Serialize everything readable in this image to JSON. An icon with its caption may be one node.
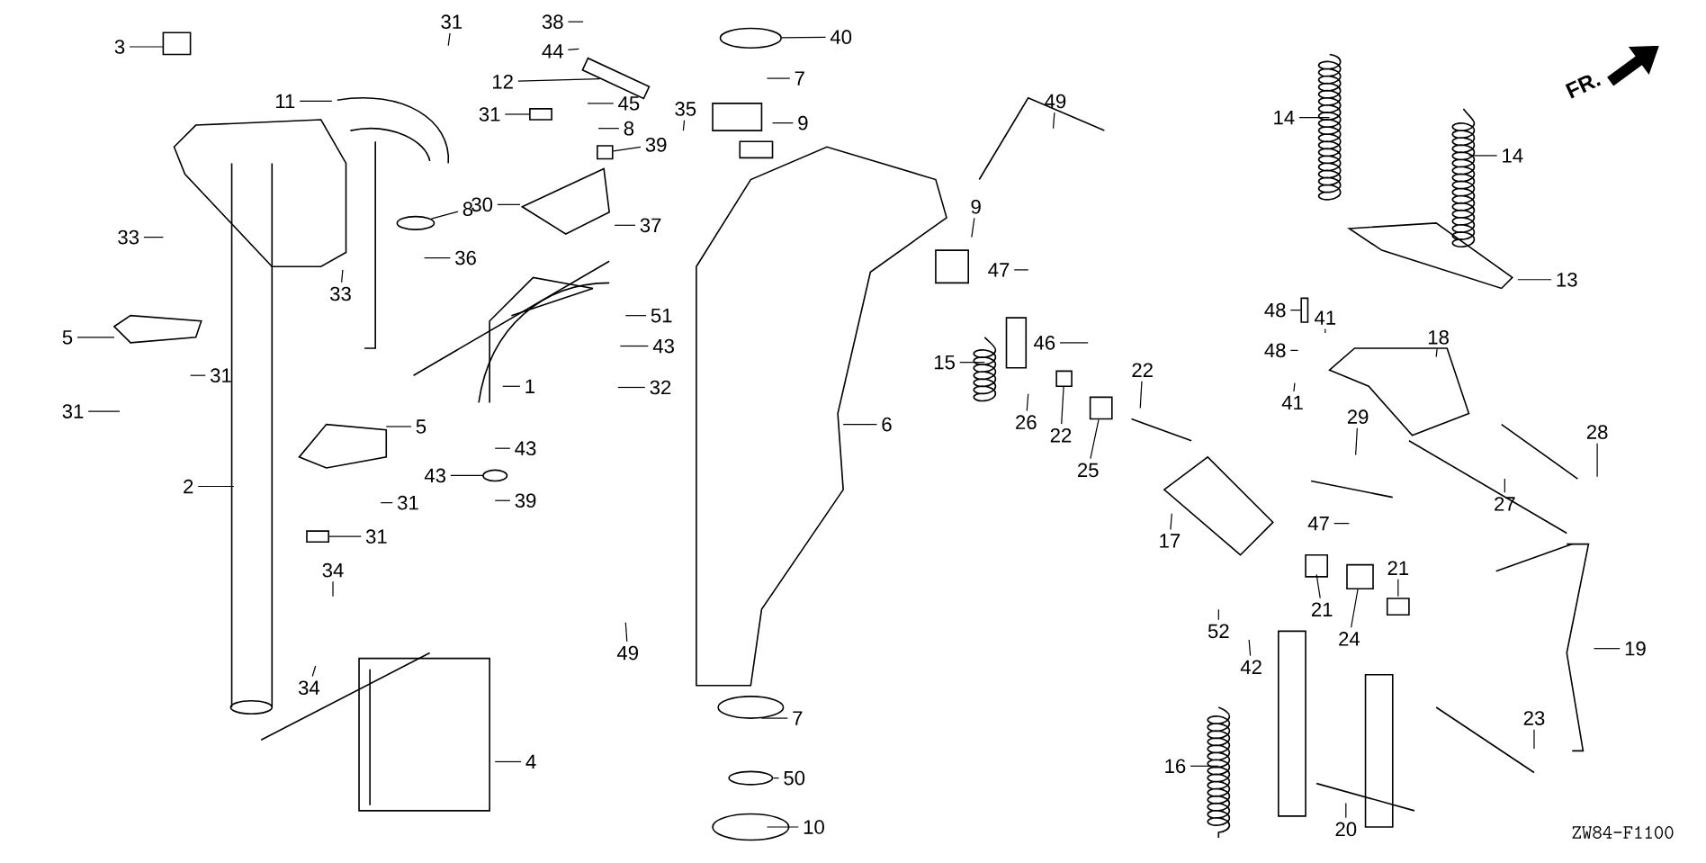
{
  "diagram": {
    "nodes": [
      {
        "text": [
          "3"
        ]
      },
      {
        "text": [
          "31"
        ]
      },
      {
        "text": [
          "38"
        ]
      },
      {
        "text": [
          "44"
        ]
      },
      {
        "text": [
          "40"
        ]
      },
      {
        "text": [
          "12"
        ]
      },
      {
        "text": [
          "7"
        ]
      },
      {
        "text": [
          "11"
        ]
      },
      {
        "text": [
          "31"
        ]
      },
      {
        "text": [
          "45"
        ]
      },
      {
        "text": [
          "35"
        ]
      },
      {
        "text": [
          "9"
        ]
      },
      {
        "text": [
          "8"
        ]
      },
      {
        "text": [
          "39"
        ]
      },
      {
        "text": [
          "49"
        ]
      },
      {
        "text": [
          "14"
        ]
      },
      {
        "text": [
          "14"
        ]
      },
      {
        "text": [
          "33"
        ]
      },
      {
        "text": [
          "8"
        ]
      },
      {
        "text": [
          "30"
        ]
      },
      {
        "text": [
          "37"
        ]
      },
      {
        "text": [
          "36"
        ]
      },
      {
        "text": [
          "9"
        ]
      },
      {
        "text": [
          "13"
        ]
      },
      {
        "text": [
          "33"
        ]
      },
      {
        "text": [
          "47"
        ]
      },
      {
        "text": [
          "51"
        ]
      },
      {
        "text": [
          "5"
        ]
      },
      {
        "text": [
          "43"
        ]
      },
      {
        "text": [
          "46"
        ]
      },
      {
        "text": [
          "48"
        ]
      },
      {
        "text": [
          "41"
        ]
      },
      {
        "text": [
          "15"
        ]
      },
      {
        "text": [
          "18"
        ]
      },
      {
        "text": [
          "22"
        ]
      },
      {
        "text": [
          "48"
        ]
      },
      {
        "text": [
          "31"
        ]
      },
      {
        "text": [
          "32"
        ]
      },
      {
        "text": [
          "1"
        ]
      },
      {
        "text": [
          "41"
        ]
      },
      {
        "text": [
          "31"
        ]
      },
      {
        "text": [
          "26"
        ]
      },
      {
        "text": [
          "22"
        ]
      },
      {
        "text": [
          "5"
        ]
      },
      {
        "text": [
          "6"
        ]
      },
      {
        "text": [
          "29"
        ]
      },
      {
        "text": [
          "28"
        ]
      },
      {
        "text": [
          "25"
        ]
      },
      {
        "text": [
          "43"
        ]
      },
      {
        "text": [
          "43"
        ]
      },
      {
        "text": [
          "2"
        ]
      },
      {
        "text": [
          "39"
        ]
      },
      {
        "text": [
          "31"
        ]
      },
      {
        "text": [
          "27"
        ]
      },
      {
        "text": [
          "31"
        ]
      },
      {
        "text": [
          "17"
        ]
      },
      {
        "text": [
          "47"
        ]
      },
      {
        "text": [
          "34"
        ]
      },
      {
        "text": [
          "21"
        ]
      },
      {
        "text": [
          "21"
        ]
      },
      {
        "text": [
          "52"
        ]
      },
      {
        "text": [
          "24"
        ]
      },
      {
        "text": [
          "49"
        ]
      },
      {
        "text": [
          "42"
        ]
      },
      {
        "text": [
          "19"
        ]
      },
      {
        "text": [
          "34"
        ]
      },
      {
        "text": [
          "7"
        ]
      },
      {
        "text": [
          "4"
        ]
      },
      {
        "text": [
          "16"
        ]
      },
      {
        "text": [
          "23"
        ]
      },
      {
        "text": [
          "50"
        ]
      },
      {
        "text": [
          "20"
        ]
      },
      {
        "text": [
          "10"
        ]
      },
      {
        "text": [],
        "shape": "circle"
      },
      {
        "text": [],
        "shape": "bar"
      },
      {
        "text": [],
        "shape": "box"
      },
      {
        "text": [],
        "shape": "box"
      },
      {
        "text": [],
        "shape": "bar"
      },
      {
        "text": [],
        "shape": "box"
      },
      {
        "text": [],
        "shape": "box"
      },
      {
        "text": [],
        "shape": "circle"
      },
      {
        "text": [],
        "shape": "box"
      },
      {
        "text": [],
        "shape": "box"
      },
      {
        "text": [],
        "shape": "circle"
      },
      {
        "text": [],
        "shape": "circle"
      }
    ],
    "edges": [
      {
        "from": 0,
        "to": null,
        "arrow": "none"
      },
      {
        "from": 1,
        "to": null,
        "arrow": "none"
      },
      {
        "from": 2,
        "to": null,
        "arrow": "none"
      },
      {
        "from": 3,
        "to": null,
        "arrow": "none"
      },
      {
        "from": 4,
        "to": 73,
        "arrow": "none"
      },
      {
        "from": 5,
        "to": 74,
        "arrow": "none"
      },
      {
        "from": 6,
        "to": null,
        "arrow": "none"
      },
      {
        "from": 7,
        "to": null,
        "arrow": "none"
      },
      {
        "from": 8,
        "to": 75,
        "arrow": "none"
      },
      {
        "from": 9,
        "to": null,
        "arrow": "none"
      },
      {
        "from": 10,
        "to": null,
        "arrow": "none"
      },
      {
        "from": 11,
        "to": null,
        "arrow": "none"
      },
      {
        "from": 12,
        "to": null,
        "arrow": "none"
      },
      {
        "from": 13,
        "to": 76,
        "arrow": "none"
      },
      {
        "from": 14,
        "to": null,
        "arrow": "none"
      },
      {
        "from": 15,
        "to": null,
        "arrow": "none"
      },
      {
        "from": 16,
        "to": null,
        "arrow": "none"
      },
      {
        "from": 17,
        "to": null,
        "arrow": "none"
      },
      {
        "from": 18,
        "to": 84,
        "arrow": "none"
      },
      {
        "from": 19,
        "to": null,
        "arrow": "none"
      },
      {
        "from": 20,
        "to": null,
        "arrow": "none"
      },
      {
        "from": 21,
        "to": null,
        "arrow": "none"
      },
      {
        "from": 22,
        "to": null,
        "arrow": "none"
      },
      {
        "from": 23,
        "to": null,
        "arrow": "none"
      },
      {
        "from": 24,
        "to": null,
        "arrow": "none"
      },
      {
        "from": 25,
        "to": null,
        "arrow": "none"
      },
      {
        "from": 26,
        "to": null,
        "arrow": "none"
      },
      {
        "from": 27,
        "to": null,
        "arrow": "none"
      },
      {
        "from": 28,
        "to": null,
        "arrow": "none"
      },
      {
        "from": 29,
        "to": null,
        "arrow": "none"
      },
      {
        "from": 30,
        "to": 77,
        "arrow": "none"
      },
      {
        "from": 31,
        "to": null,
        "arrow": "none"
      },
      {
        "from": 32,
        "to": null,
        "arrow": "none"
      },
      {
        "from": 33,
        "to": null,
        "arrow": "none"
      },
      {
        "from": 34,
        "to": null,
        "arrow": "none"
      },
      {
        "from": 35,
        "to": null,
        "arrow": "none"
      },
      {
        "from": 36,
        "to": null,
        "arrow": "none"
      },
      {
        "from": 37,
        "to": null,
        "arrow": "none"
      },
      {
        "from": 38,
        "to": null,
        "arrow": "none"
      },
      {
        "from": 39,
        "to": null,
        "arrow": "none"
      },
      {
        "from": 40,
        "to": null,
        "arrow": "none"
      },
      {
        "from": 41,
        "to": null,
        "arrow": "none"
      },
      {
        "from": 42,
        "to": 78,
        "arrow": "none"
      },
      {
        "from": 43,
        "to": null,
        "arrow": "none"
      },
      {
        "from": 44,
        "to": null,
        "arrow": "none"
      },
      {
        "from": 45,
        "to": null,
        "arrow": "none"
      },
      {
        "from": 46,
        "to": null,
        "arrow": "none"
      },
      {
        "from": 47,
        "to": 79,
        "arrow": "none"
      },
      {
        "from": 48,
        "to": null,
        "arrow": "none"
      },
      {
        "from": 49,
        "to": 80,
        "arrow": "none"
      },
      {
        "from": 50,
        "to": null,
        "arrow": "none"
      },
      {
        "from": 51,
        "to": null,
        "arrow": "none"
      },
      {
        "from": 52,
        "to": null,
        "arrow": "none"
      },
      {
        "from": 53,
        "to": null,
        "arrow": "none"
      },
      {
        "from": 54,
        "to": 81,
        "arrow": "none"
      },
      {
        "from": 55,
        "to": null,
        "arrow": "none"
      },
      {
        "from": 56,
        "to": null,
        "arrow": "none"
      },
      {
        "from": 57,
        "to": null,
        "arrow": "none"
      },
      {
        "from": 58,
        "to": null,
        "arrow": "none"
      },
      {
        "from": 59,
        "to": null,
        "arrow": "none"
      },
      {
        "from": 60,
        "to": null,
        "arrow": "none"
      },
      {
        "from": 61,
        "to": 82,
        "arrow": "none"
      },
      {
        "from": 62,
        "to": null,
        "arrow": "none"
      },
      {
        "from": 63,
        "to": null,
        "arrow": "none"
      },
      {
        "from": 64,
        "to": null,
        "arrow": "none"
      },
      {
        "from": 65,
        "to": null,
        "arrow": "none"
      },
      {
        "from": 66,
        "to": null,
        "arrow": "none"
      },
      {
        "from": 67,
        "to": null,
        "arrow": "none"
      },
      {
        "from": 68,
        "to": null,
        "arrow": "none"
      },
      {
        "from": 69,
        "to": null,
        "arrow": "none"
      },
      {
        "from": 70,
        "to": 83,
        "arrow": "none"
      },
      {
        "from": 71,
        "to": null,
        "arrow": "none"
      },
      {
        "from": 72,
        "to": null,
        "arrow": "none"
      }
    ],
    "labels": [
      "FR.",
      "ZW84-F1100"
    ]
  }
}
